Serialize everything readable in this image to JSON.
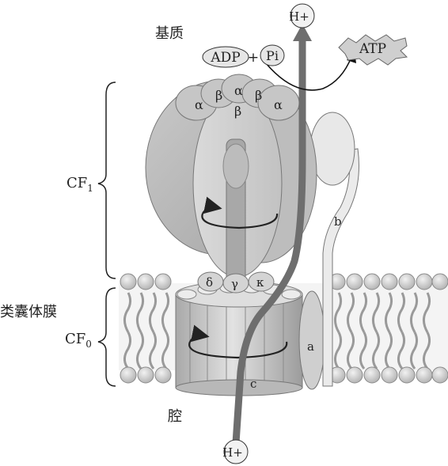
{
  "labels": {
    "stroma": "基质",
    "adp": "ADP",
    "plus": "+",
    "pi": "Pi",
    "atp": "ATP",
    "proton_top": "H+",
    "proton_bottom": "H+",
    "cf1_main": "CF",
    "cf1_sub": "1",
    "cf0_main": "CF",
    "cf0_sub": "0",
    "thylakoid_membrane": "类囊体膜",
    "lumen": "腔",
    "alpha": "α",
    "beta": "β",
    "gamma": "γ",
    "delta": "δ",
    "kappa": "κ",
    "sub_a": "a",
    "sub_b": "b",
    "sub_c": "c"
  },
  "colors": {
    "background": "#ffffff",
    "protein_dark": "#b9b9b9",
    "protein_mid": "#cfcfcf",
    "protein_light": "#e6e6e6",
    "proton_channel": "#6e6e6e",
    "lipid_head": "#c8c8c8",
    "stroke": "#555555"
  }
}
